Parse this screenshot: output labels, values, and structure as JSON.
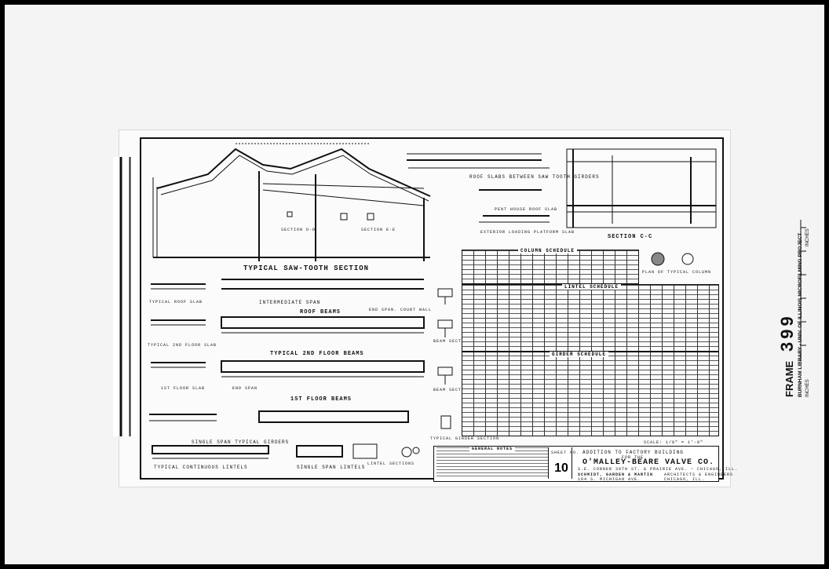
{
  "sheet": {
    "sections": {
      "sawtooth": "TYPICAL SAW-TOOTH SECTION",
      "section_d": "SECTION D-D",
      "section_e": "SECTION E-E",
      "section_c": "SECTION C-C",
      "roof_slabs": "ROOF SLABS BETWEEN SAW TOOTH GIRDERS",
      "pent_house": "PENT HOUSE ROOF SLAB",
      "loading_platform": "EXTERIOR LOADING PLATFORM SLAB",
      "typical_roof_slab": "TYPICAL ROOF SLAB",
      "typical_2nd_floor_slab": "TYPICAL 2ND FLOOR SLAB",
      "first_floor_slab": "1ST FLOOR SLAB",
      "roof_beams": "ROOF BEAMS",
      "typical_2nd_floor_beams": "TYPICAL 2ND FLOOR BEAMS",
      "first_floor_beams": "1ST FLOOR BEAMS",
      "beam_section": "BEAM SECTION",
      "typical_girders": "SINGLE SPAN TYPICAL GIRDERS",
      "typical_girder_section": "TYPICAL GIRDER SECTION",
      "continuous_lintels": "TYPICAL CONTINUOUS LINTELS",
      "single_span_lintels": "SINGLE SPAN LINTELS",
      "lintel_sections": "LINTEL SECTIONS",
      "intermediate_span": "INTERMEDIATE SPAN",
      "end_span": "END SPAN",
      "end_span_court_wall": "END SPAN. COURT WALL"
    },
    "schedules": {
      "column": "COLUMN SCHEDULE",
      "lintel": "LINTEL SCHEDULE",
      "girder": "GIRDER SCHEDULE",
      "plan_columns": "PLAN OF TYPICAL COLUMN"
    },
    "title_block": {
      "notes_heading": "GENERAL NOTES",
      "scale": "SCALE: 1/8\" = 1'-0\"",
      "sheet_label": "SHEET NO.",
      "sheet_number": "10",
      "project": "ADDITION TO FACTORY BUILDING",
      "for_the": "FOR THE",
      "client": "O'MALLEY-BEARE VALVE CO.",
      "location": "S.E. CORNER 39TH ST. & PRAIRIE AVE. ~ CHICAGO, ILL.",
      "architects": "SCHMIDT, GARDEN & MARTIN",
      "architects_role": "ARCHITECTS & ENGINEERS",
      "address": "104 S. MICHIGAN AVE.",
      "city": "CHICAGO, ILL."
    }
  },
  "film_label": {
    "frame_word": "FRAME",
    "frame_number": "399",
    "library": "BURNHAM LIBRARY - UNIV. OF ILLINOIS MICROFILMING PROJECT",
    "inches": "INCHES"
  }
}
